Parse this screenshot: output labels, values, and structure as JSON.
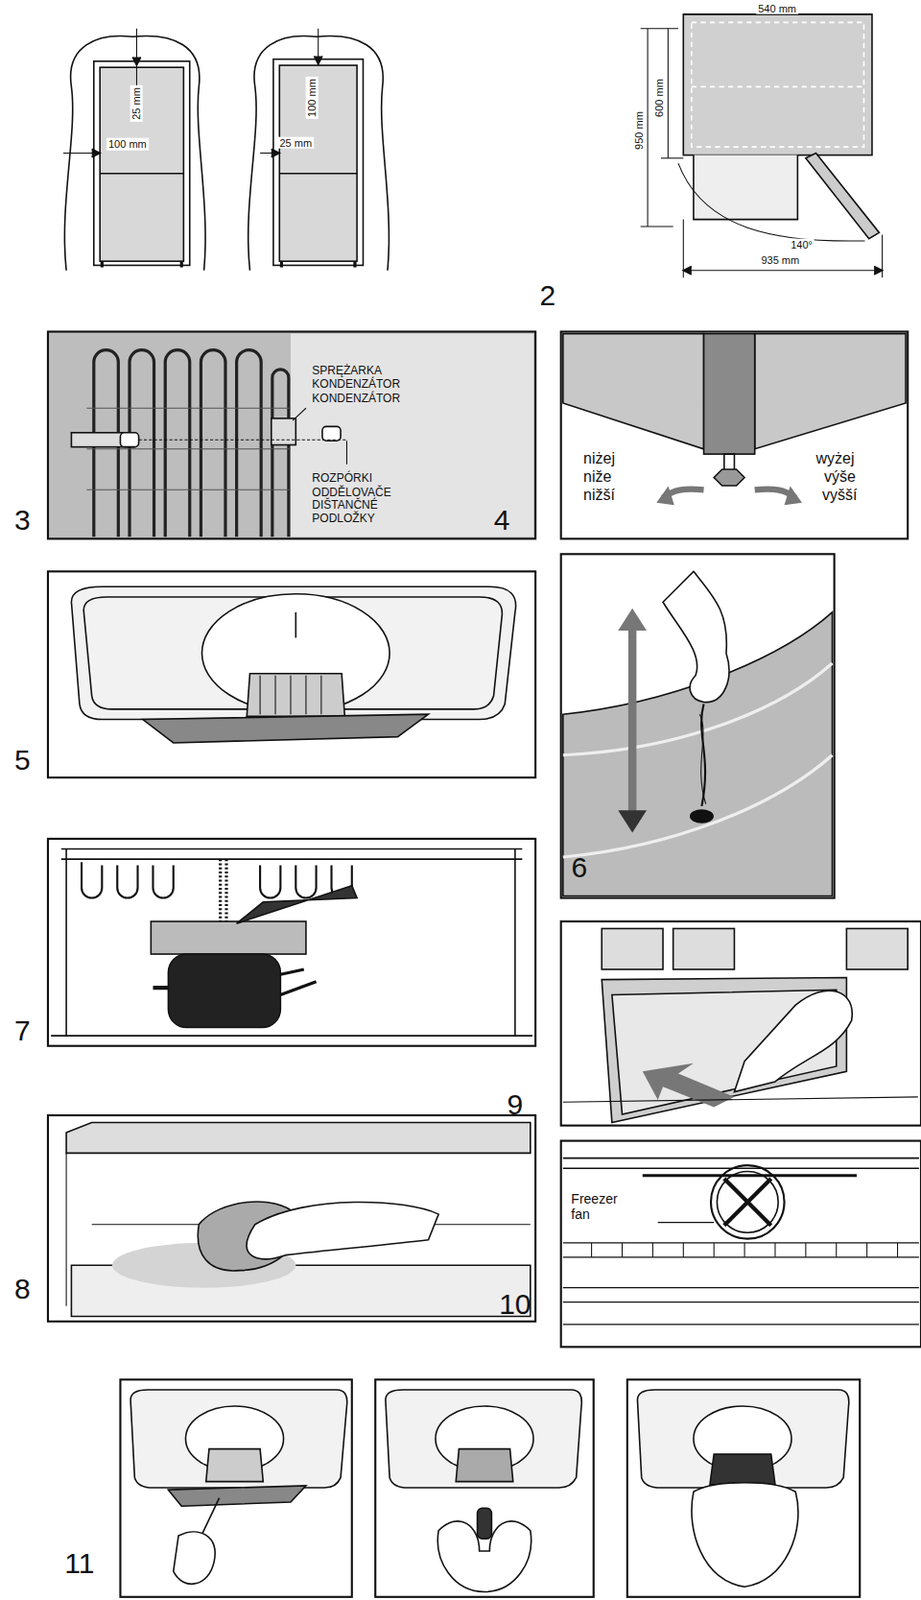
{
  "diagram": {
    "labels": [
      "25 mm",
      "100 mm",
      "100 mm",
      "25 mm",
      "540 mm",
      "950 mm",
      "600 mm",
      "140°",
      "935 mm",
      "2",
      "SPRĘŻARKA",
      "KONDENZÁTOR",
      "KONDENZÁTOR",
      "ROZPÓRKI",
      "ODDĚLOVAČE",
      "DIŠTANČNÉ PODLOŽKY",
      "3",
      "niżej",
      "niže",
      "nižší",
      "wyżej",
      "výše",
      "vyšší",
      "4",
      "5",
      "6",
      "7",
      "9",
      "8",
      "Freezer fan",
      "10",
      "11"
    ]
  }
}
